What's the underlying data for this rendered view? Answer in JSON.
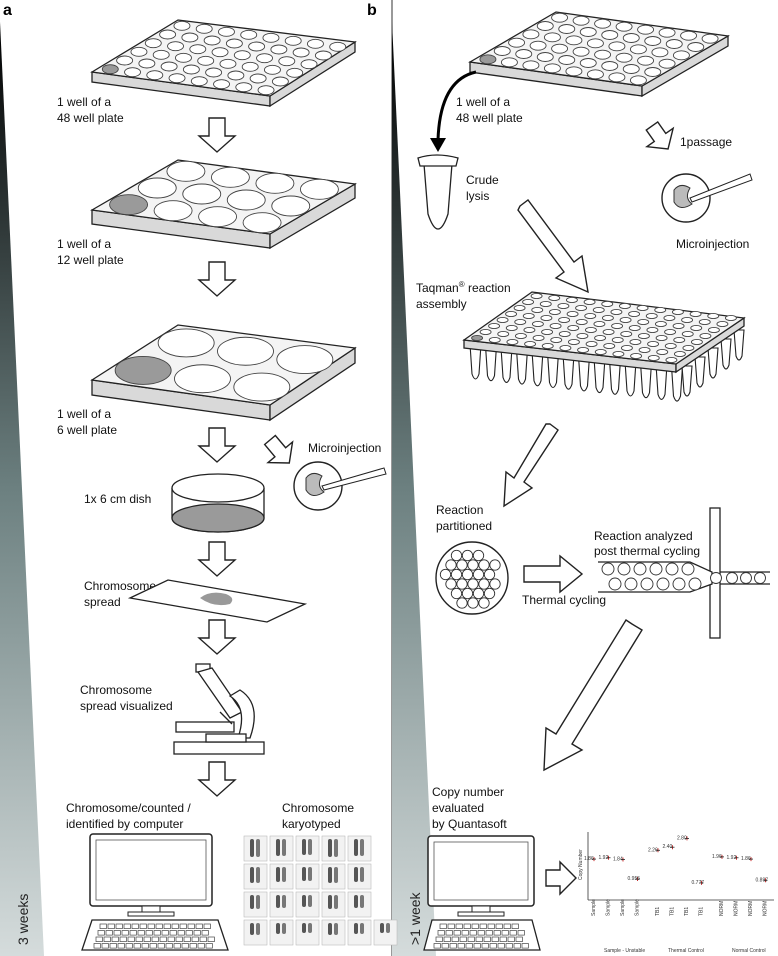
{
  "panels": {
    "a": "a",
    "b": "b"
  },
  "durations": {
    "a": "3 weeks",
    "b": ">1 week"
  },
  "panel_a": {
    "plate48": [
      "1 well of a",
      "48 well plate"
    ],
    "plate12": [
      "1 well of a",
      "12 well plate"
    ],
    "plate6": [
      "1 well of a",
      "6 well plate"
    ],
    "microinjection": "Microinjection",
    "dish": "1x 6 cm dish",
    "spread": [
      "Chromosome",
      "spread"
    ],
    "visualized": [
      "Chromosome",
      "spread visualized"
    ],
    "counted": [
      "Chromosome/counted /",
      "identified by computer"
    ],
    "karyotyped": [
      "Chromosome",
      "karyotyped"
    ]
  },
  "panel_b": {
    "plate48": [
      "1 well of a",
      "48 well plate"
    ],
    "passage": "1passage",
    "crude": [
      "Crude",
      "lysis"
    ],
    "microinjection": "Microinjection",
    "taqman": [
      "Taqman",
      "reaction",
      "assembly"
    ],
    "taqman_sup": "®",
    "partitioned": [
      "Reaction",
      "partitioned"
    ],
    "analyzed": [
      "Reaction analyzed",
      "post thermal cycling"
    ],
    "thermal": "Thermal cycling",
    "copy": [
      "Copy number",
      "evaluated",
      "by Quantasoft"
    ]
  },
  "mini_chart": {
    "ylabel": "Copy Number",
    "values": [
      {
        "x": "Sample",
        "label": "1.86"
      },
      {
        "x": "Sample",
        "label": "1.92"
      },
      {
        "x": "Sample",
        "label": "1.84"
      },
      {
        "x": "Sample",
        "label": "0.955"
      },
      {
        "x": "TB1",
        "label": "2.26"
      },
      {
        "x": "TB1",
        "label": "2.40"
      },
      {
        "x": "TB1",
        "label": "2.80"
      },
      {
        "x": "TB1",
        "label": "0.777"
      },
      {
        "x": "NORM",
        "label": "1.96"
      },
      {
        "x": "NORM",
        "label": "1.92"
      },
      {
        "x": "NORM",
        "label": "1.86"
      },
      {
        "x": "NORM",
        "label": "0.897"
      }
    ],
    "groups": [
      "Sample - Unstable",
      "Thermal Control",
      "Normal Control"
    ]
  }
}
